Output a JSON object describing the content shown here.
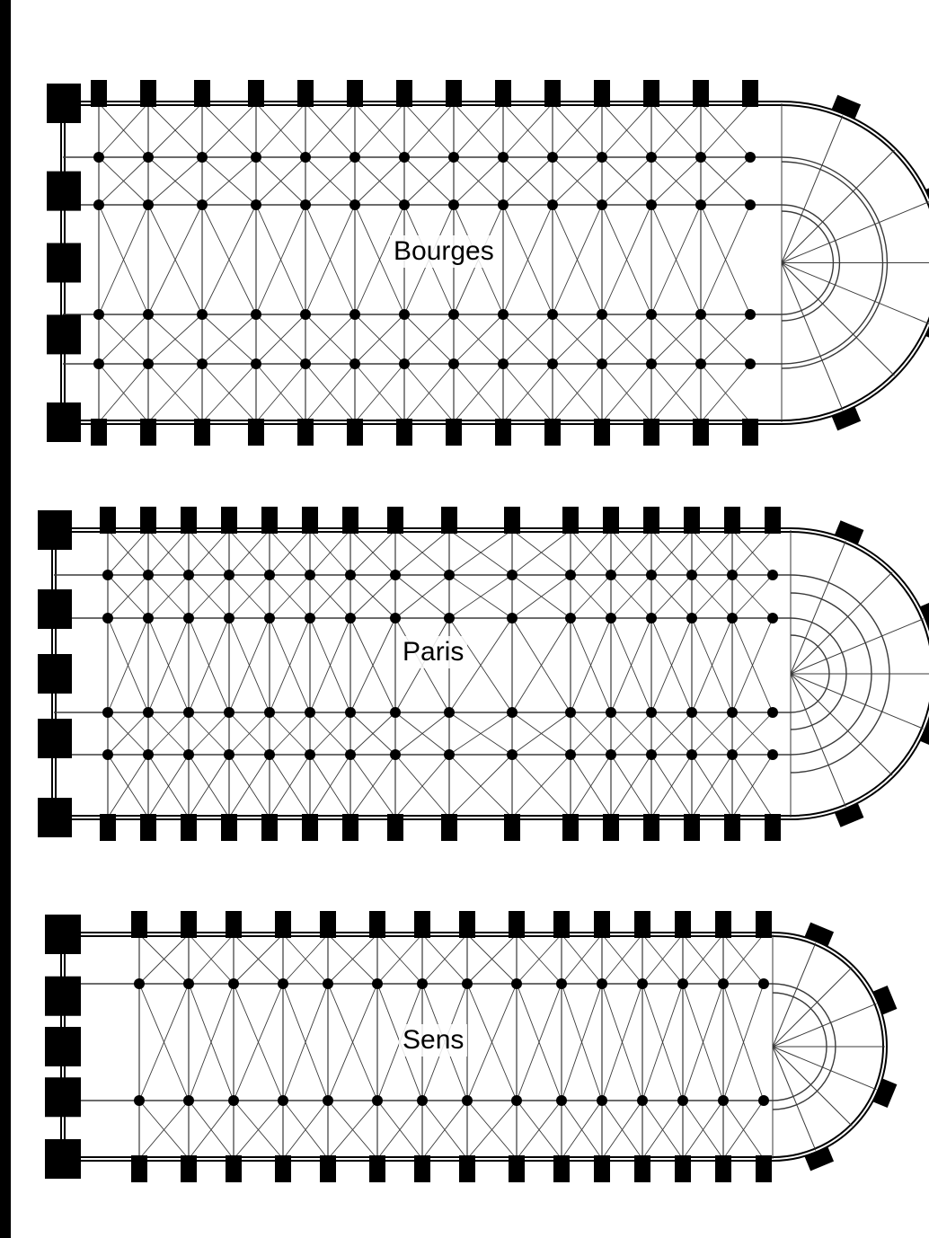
{
  "plans": [
    {
      "id": "bourges",
      "label": "Bourges"
    },
    {
      "id": "paris",
      "label": "Paris"
    },
    {
      "id": "sens",
      "label": "Sens"
    }
  ],
  "colors": {
    "ink": "#000000",
    "paper": "#ffffff",
    "line": "#3a3a3a"
  }
}
